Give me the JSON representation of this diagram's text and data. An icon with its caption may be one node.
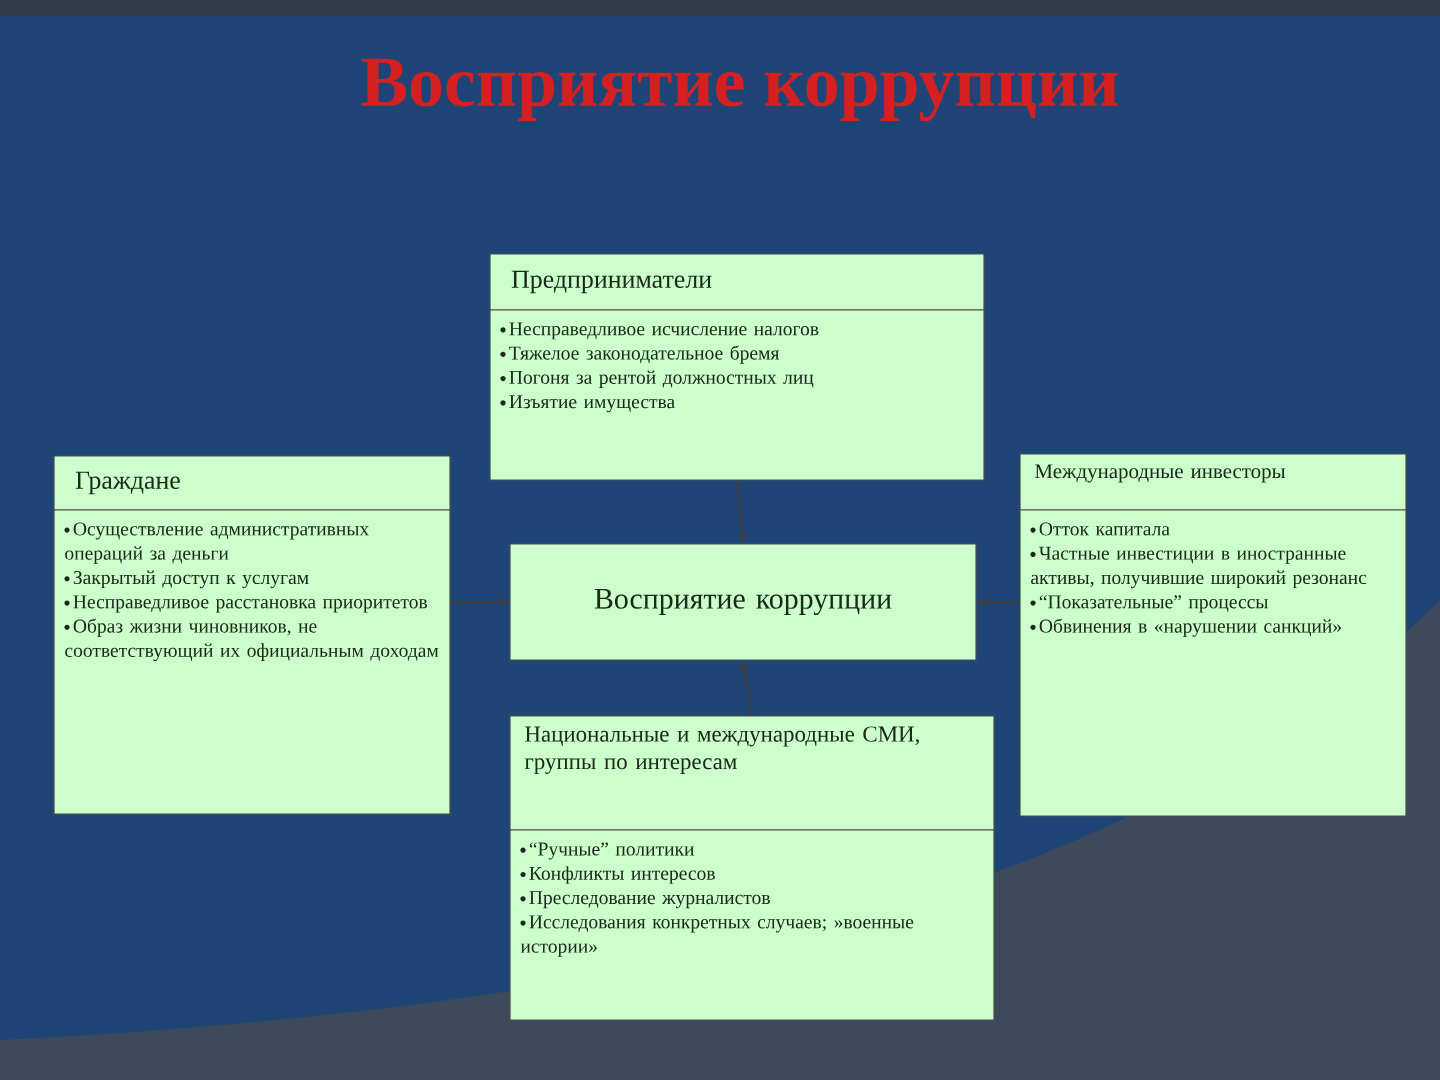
{
  "diagram": {
    "title": "Восприятие коррупции",
    "nodes": [
      {
        "text": [
          "Предприниматели",
          "Несправедливое исчисление налогов",
          "Тяжелое законодательное бремя",
          "Погоня за рентой должностных лиц",
          "Изъятие имущества"
        ]
      },
      {
        "text": [
          "Граждане",
          "Осуществление административных операций за деньги",
          "Закрытый доступ к услугам",
          "Несправедливое расстановка приоритетов",
          "Образ жизни чиновников, не соответствующий их официальным доходам"
        ]
      },
      {
        "text": [
          "Восприятие коррупции"
        ]
      },
      {
        "text": [
          "Международные инвесторы",
          "Отток капитала",
          "Частные инвестиции в иностранные активы, получившие широкий резонанс",
          "“Показательные” процессы",
          "Обвинения в «нарушении санкций»"
        ]
      },
      {
        "text": [
          "Национальные и международные СМИ, группы по интересам",
          "“Ручные” политики",
          "Конфликты интересов",
          "Преследование журналистов",
          "Исследования конкретных случаев; »военные истории»"
        ]
      }
    ],
    "edges": [
      {
        "from": 0,
        "to": 2,
        "arrow": "to"
      },
      {
        "from": 1,
        "to": 2,
        "arrow": "to"
      },
      {
        "from": 3,
        "to": 2,
        "arrow": "to"
      },
      {
        "from": 4,
        "to": 2,
        "arrow": "to"
      }
    ]
  }
}
